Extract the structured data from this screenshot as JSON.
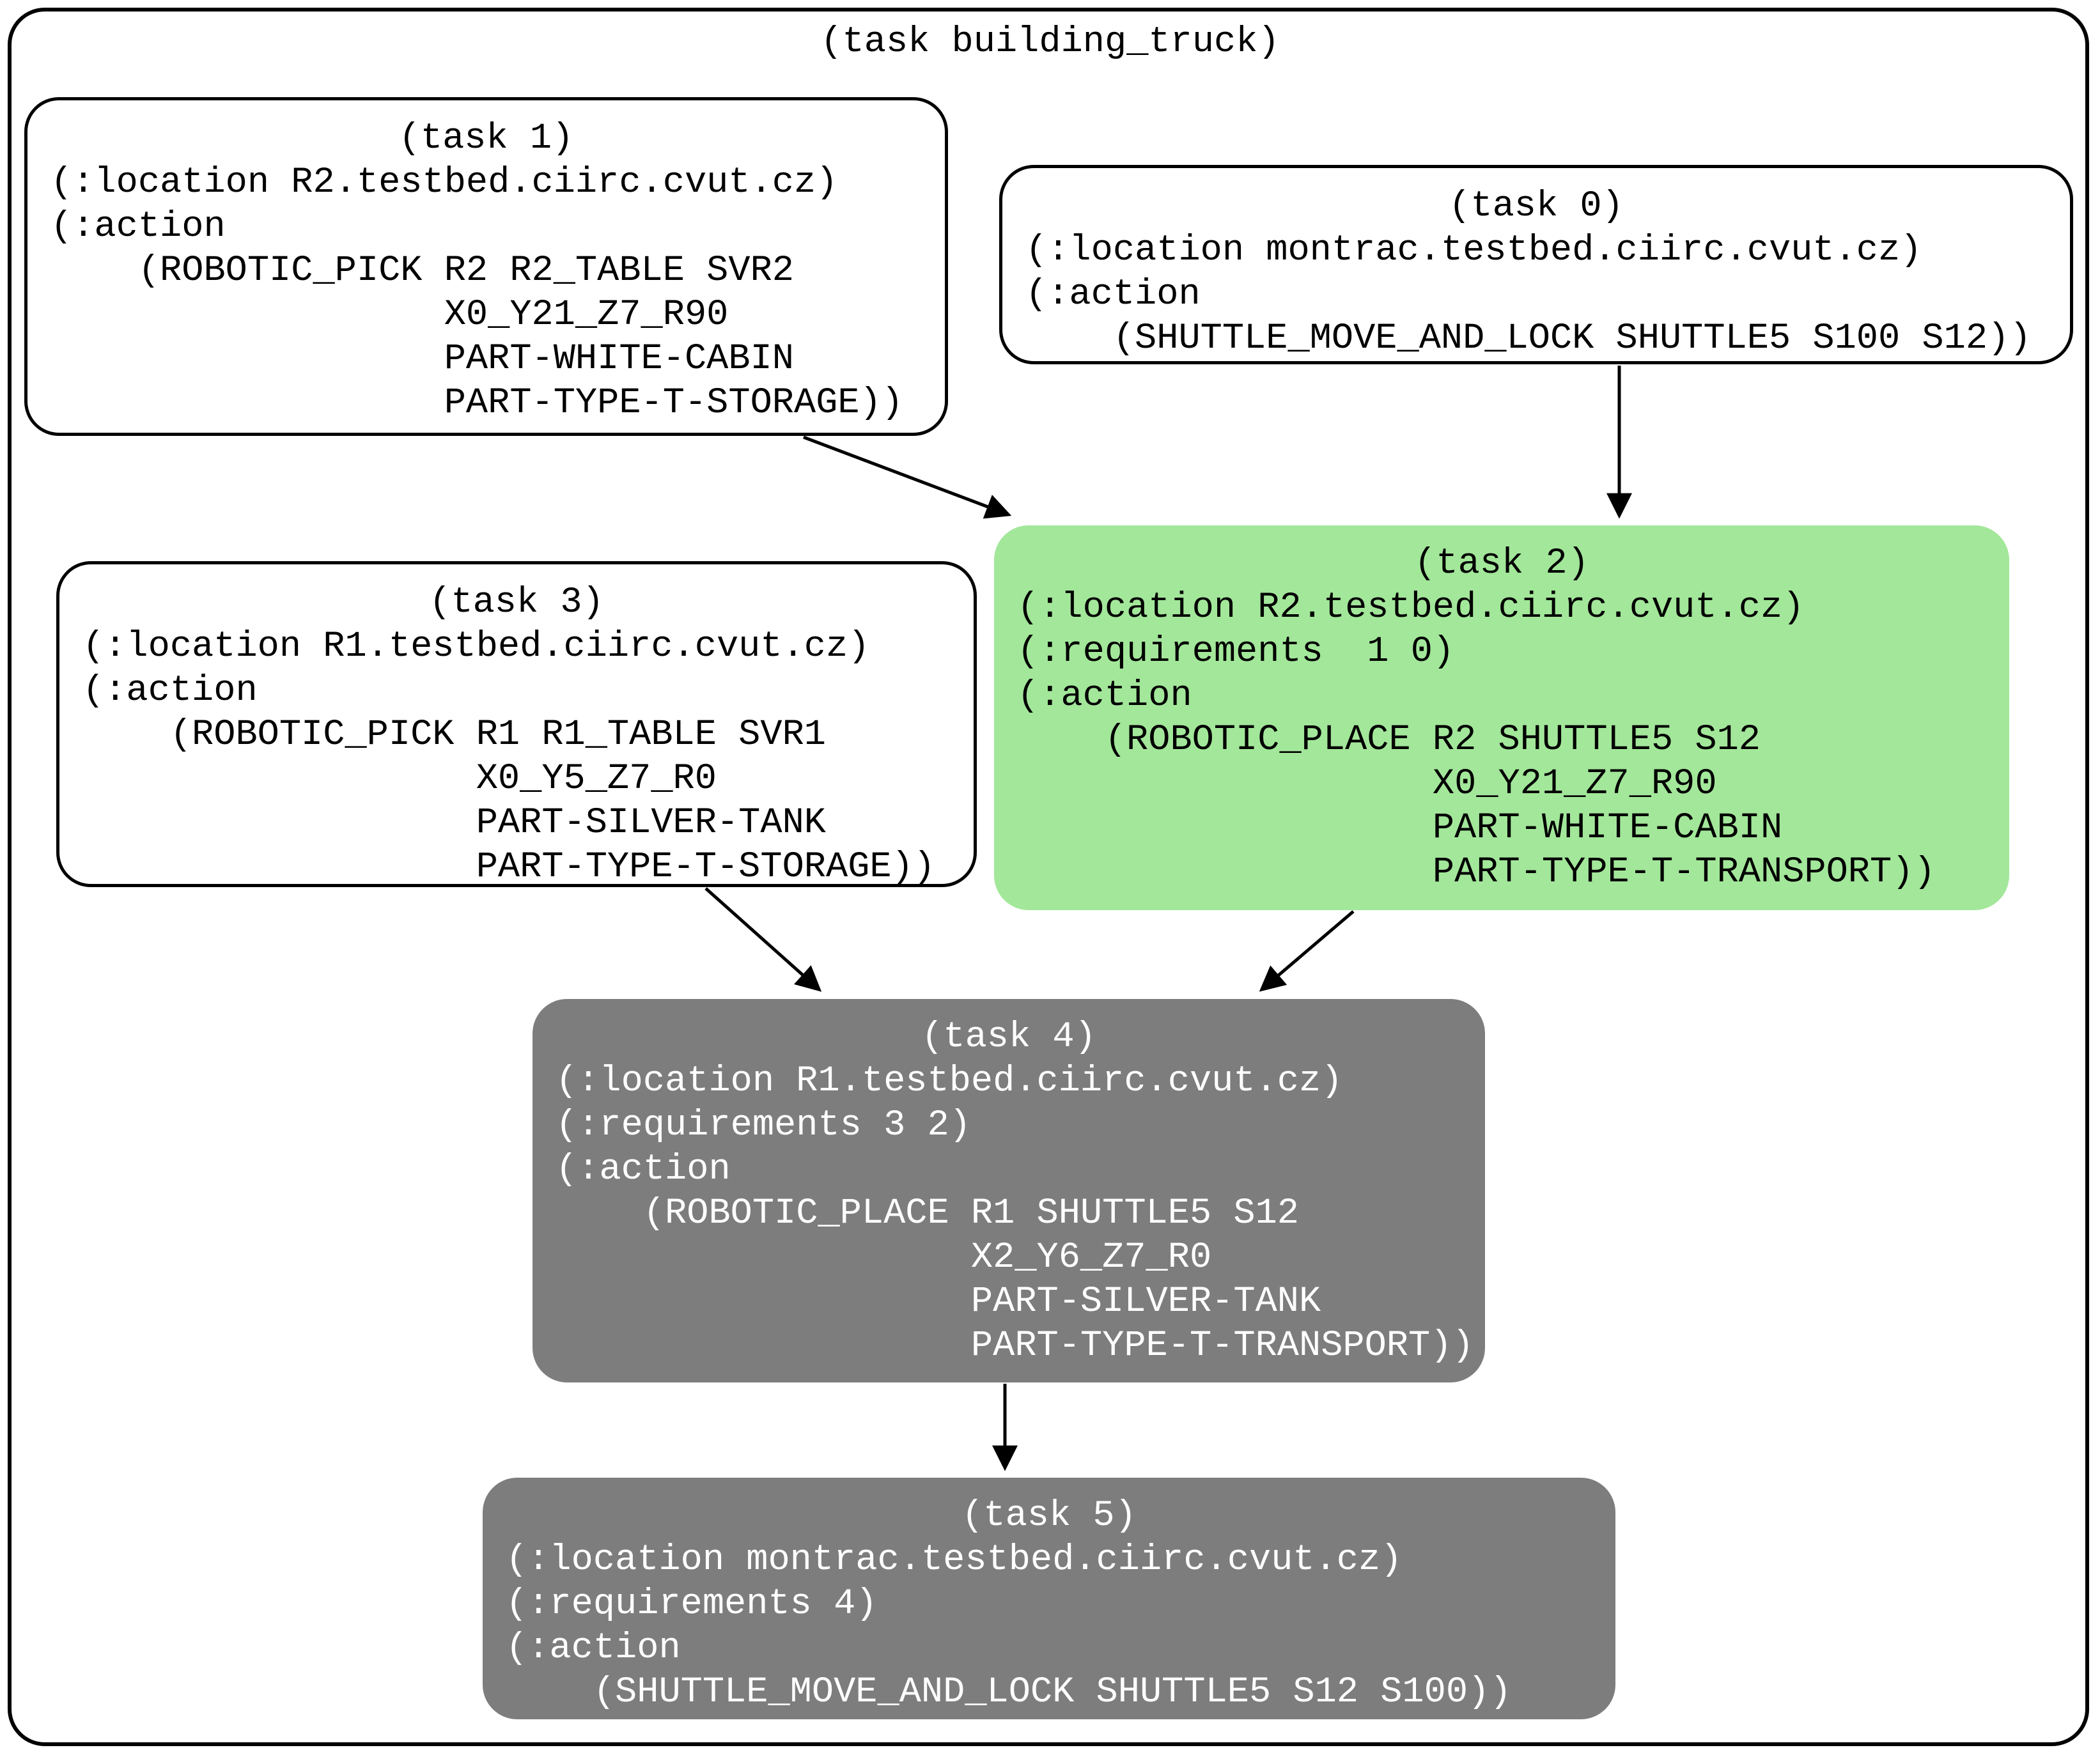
{
  "title": "(task building_truck)",
  "colors": {
    "green_highlight": "#a3e79a",
    "gray_fill": "#7d7d7d",
    "node_border": "#000000",
    "background": "#ffffff"
  },
  "nodes": [
    {
      "id": "1",
      "title": "(task 1)",
      "style": "plain",
      "lines": [
        "(:location R2.testbed.ciirc.cvut.cz)",
        "(:action",
        "    (ROBOTIC_PICK R2 R2_TABLE SVR2",
        "                  X0_Y21_Z7_R90",
        "                  PART-WHITE-CABIN",
        "                  PART-TYPE-T-STORAGE))"
      ]
    },
    {
      "id": "0",
      "title": "(task 0)",
      "style": "plain",
      "lines": [
        "(:location montrac.testbed.ciirc.cvut.cz)",
        "(:action",
        "    (SHUTTLE_MOVE_AND_LOCK SHUTTLE5 S100 S12))"
      ]
    },
    {
      "id": "3",
      "title": "(task 3)",
      "style": "plain",
      "lines": [
        "(:location R1.testbed.ciirc.cvut.cz)",
        "(:action",
        "    (ROBOTIC_PICK R1 R1_TABLE SVR1",
        "                  X0_Y5_Z7_R0",
        "                  PART-SILVER-TANK",
        "                  PART-TYPE-T-STORAGE))"
      ]
    },
    {
      "id": "2",
      "title": "(task 2)",
      "style": "green",
      "lines": [
        "(:location R2.testbed.ciirc.cvut.cz)",
        "(:requirements  1 0)",
        "(:action",
        "    (ROBOTIC_PLACE R2 SHUTTLE5 S12",
        "                   X0_Y21_Z7_R90",
        "                   PART-WHITE-CABIN",
        "                   PART-TYPE-T-TRANSPORT))"
      ]
    },
    {
      "id": "4",
      "title": "(task 4)",
      "style": "gray",
      "lines": [
        "(:location R1.testbed.ciirc.cvut.cz)",
        "(:requirements 3 2)",
        "(:action",
        "    (ROBOTIC_PLACE R1 SHUTTLE5 S12",
        "                   X2_Y6_Z7_R0",
        "                   PART-SILVER-TANK",
        "                   PART-TYPE-T-TRANSPORT))"
      ]
    },
    {
      "id": "5",
      "title": "(task 5)",
      "style": "gray",
      "lines": [
        "(:location montrac.testbed.ciirc.cvut.cz)",
        "(:requirements 4)",
        "(:action",
        "    (SHUTTLE_MOVE_AND_LOCK SHUTTLE5 S12 S100))"
      ]
    }
  ],
  "edges": [
    {
      "from": "task 1",
      "to": "task 2"
    },
    {
      "from": "task 0",
      "to": "task 2"
    },
    {
      "from": "task 3",
      "to": "task 4"
    },
    {
      "from": "task 2",
      "to": "task 4"
    },
    {
      "from": "task 4",
      "to": "task 5"
    }
  ]
}
